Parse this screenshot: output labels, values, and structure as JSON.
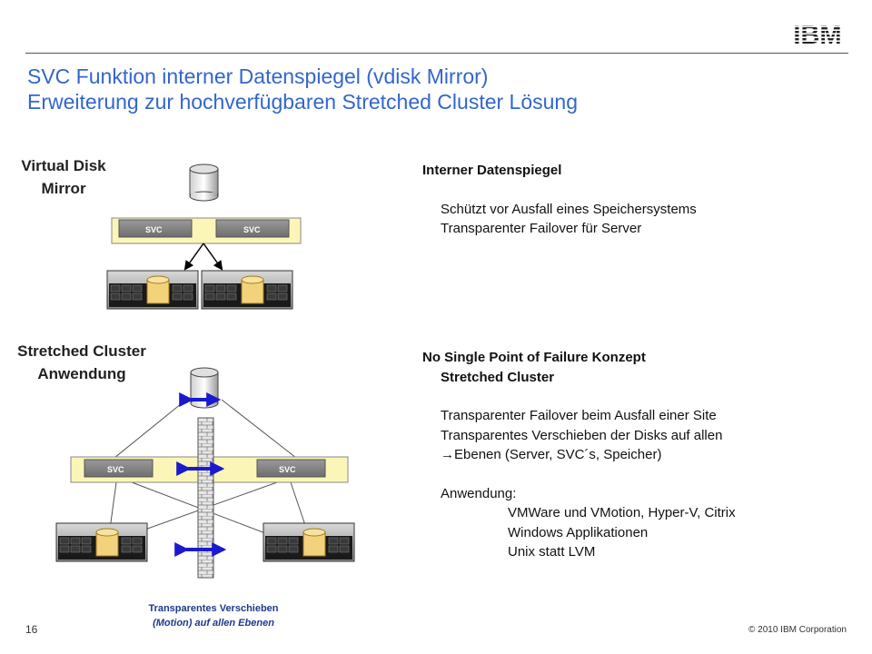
{
  "header": {
    "logo_text": "IBM",
    "title_line1": "SVC Funktion interner Datenspiegel (vdisk Mirror)",
    "title_line2": "Erweiterung zur hochverfügbaren Stretched Cluster Lösung"
  },
  "diagram_top": {
    "label_line1": "Virtual Disk",
    "label_line2": "Mirror",
    "svc_left": "SVC",
    "svc_right": "SVC"
  },
  "diagram_bottom": {
    "label_line1": "Stretched Cluster",
    "label_line2": "Anwendung",
    "svc_left": "SVC",
    "svc_right": "SVC",
    "caption_line1": "Transparentes  Verschieben",
    "caption_line2": "(Motion)  auf allen Ebenen"
  },
  "section1": {
    "heading": "Interner Datenspiegel",
    "items": [
      "Schützt vor Ausfall eines Speichersystems",
      "Transparenter Failover für Server"
    ]
  },
  "section2": {
    "heading": "No Single Point of Failure Konzept",
    "subheading": "Stretched Cluster",
    "items": [
      "Transparenter Failover beim Ausfall einer Site",
      "Transparentes Verschieben der Disks auf allen",
      "Ebenen (Server, SVC´s, Speicher)"
    ],
    "arrow": "→",
    "anwendung_label": "Anwendung:",
    "anwendung_items": [
      "VMWare und VMotion, Hyper-V, Citrix",
      "Windows Applikationen",
      "Unix statt LVM"
    ]
  },
  "footer": {
    "page_number": "16",
    "copyright": "© 2010 IBM Corporation"
  }
}
